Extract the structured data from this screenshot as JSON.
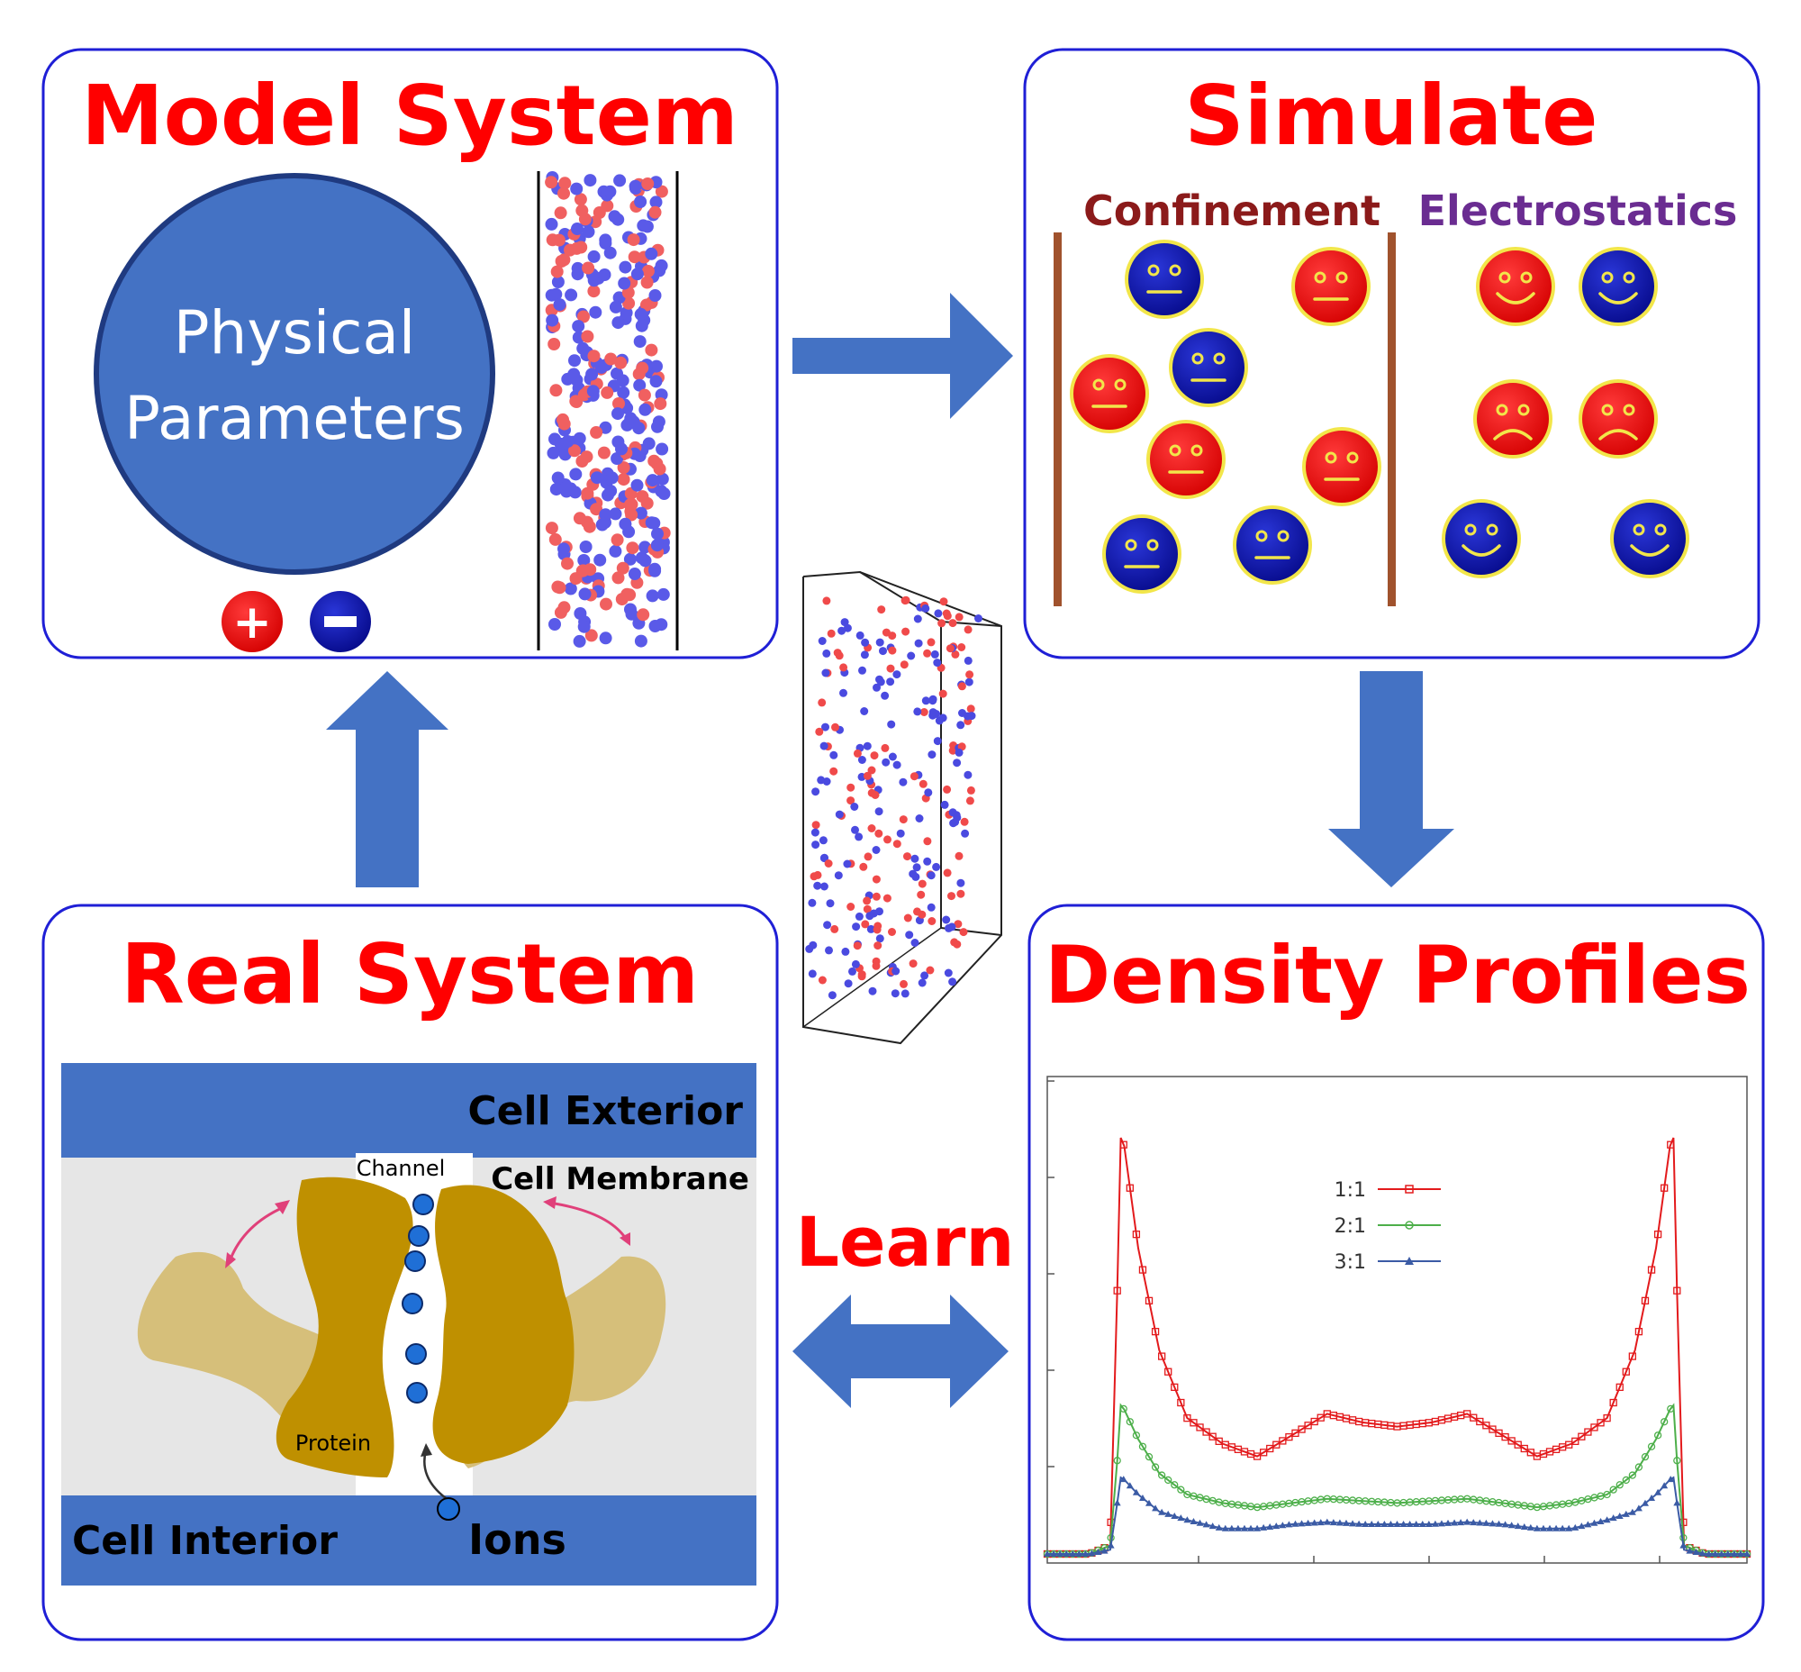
{
  "panels": {
    "model_system": {
      "title": "Model System",
      "circle_line1": "Physical",
      "circle_line2": "Parameters",
      "plus_symbol": "+",
      "minus_symbol": "−"
    },
    "simulate": {
      "title": "Simulate",
      "confinement_label": "Confinement",
      "electrostatics_label": "Electrostatics"
    },
    "real_system": {
      "title": "Real System",
      "cell_exterior": "Cell Exterior",
      "cell_membrane": "Cell Membrane",
      "channel": "Channel",
      "protein": "Protein",
      "cell_interior": "Cell Interior",
      "ions": "Ions"
    },
    "density_profiles": {
      "title": "Density Profiles"
    }
  },
  "learn_label": "Learn",
  "colors": {
    "title_red": "#ff0000",
    "panel_border": "#1f1fd6",
    "arrow_blue": "#4472c4",
    "cation_red": "#ee1c1c",
    "anion_blue": "#0b10a8",
    "confinement_color": "#8b1a1a",
    "electrostatics_color": "#6a2c91",
    "protein_gold": "#bf9000",
    "protein_light": "#d6bf7a"
  },
  "chart_data": {
    "type": "line",
    "legend": [
      "1:1",
      "2:1",
      "3:1"
    ],
    "legend_position": "center",
    "series": [
      {
        "name": "1:1",
        "color": "#e31a1c",
        "marker": "square",
        "x": [
          0,
          0.06,
          0.09,
          0.1,
          0.105,
          0.11,
          0.13,
          0.16,
          0.2,
          0.25,
          0.3,
          0.35,
          0.4,
          0.45,
          0.5,
          0.55,
          0.6,
          0.65,
          0.7,
          0.75,
          0.8,
          0.84,
          0.87,
          0.89,
          0.895,
          0.9,
          0.91,
          0.94,
          1.0
        ],
        "y": [
          0,
          0,
          0.02,
          0.62,
          0.98,
          0.96,
          0.72,
          0.48,
          0.32,
          0.26,
          0.23,
          0.28,
          0.33,
          0.31,
          0.3,
          0.31,
          0.33,
          0.28,
          0.23,
          0.26,
          0.32,
          0.48,
          0.72,
          0.96,
          0.98,
          0.62,
          0.02,
          0,
          0
        ]
      },
      {
        "name": "2:1",
        "color": "#4daf4a",
        "marker": "circle",
        "x": [
          0,
          0.06,
          0.09,
          0.1,
          0.105,
          0.11,
          0.13,
          0.16,
          0.2,
          0.25,
          0.3,
          0.35,
          0.4,
          0.45,
          0.5,
          0.55,
          0.6,
          0.65,
          0.7,
          0.75,
          0.8,
          0.84,
          0.87,
          0.89,
          0.895,
          0.9,
          0.91,
          0.94,
          1.0
        ],
        "y": [
          0,
          0,
          0.02,
          0.22,
          0.35,
          0.34,
          0.27,
          0.19,
          0.14,
          0.12,
          0.11,
          0.12,
          0.13,
          0.125,
          0.12,
          0.125,
          0.13,
          0.12,
          0.11,
          0.12,
          0.14,
          0.19,
          0.27,
          0.34,
          0.35,
          0.22,
          0.02,
          0,
          0
        ]
      },
      {
        "name": "3:1",
        "color": "#3b5ba5",
        "marker": "triangle",
        "x": [
          0,
          0.06,
          0.09,
          0.1,
          0.105,
          0.11,
          0.13,
          0.16,
          0.2,
          0.25,
          0.3,
          0.35,
          0.4,
          0.45,
          0.5,
          0.55,
          0.6,
          0.65,
          0.7,
          0.75,
          0.8,
          0.84,
          0.87,
          0.89,
          0.895,
          0.9,
          0.91,
          0.94,
          1.0
        ],
        "y": [
          0,
          0,
          0.01,
          0.12,
          0.18,
          0.175,
          0.14,
          0.1,
          0.08,
          0.06,
          0.06,
          0.07,
          0.075,
          0.07,
          0.07,
          0.07,
          0.075,
          0.07,
          0.06,
          0.06,
          0.08,
          0.1,
          0.14,
          0.175,
          0.18,
          0.12,
          0.01,
          0,
          0
        ]
      }
    ],
    "xlim": [
      0,
      1
    ],
    "ylim": [
      0,
      1.05
    ],
    "grid": false
  }
}
